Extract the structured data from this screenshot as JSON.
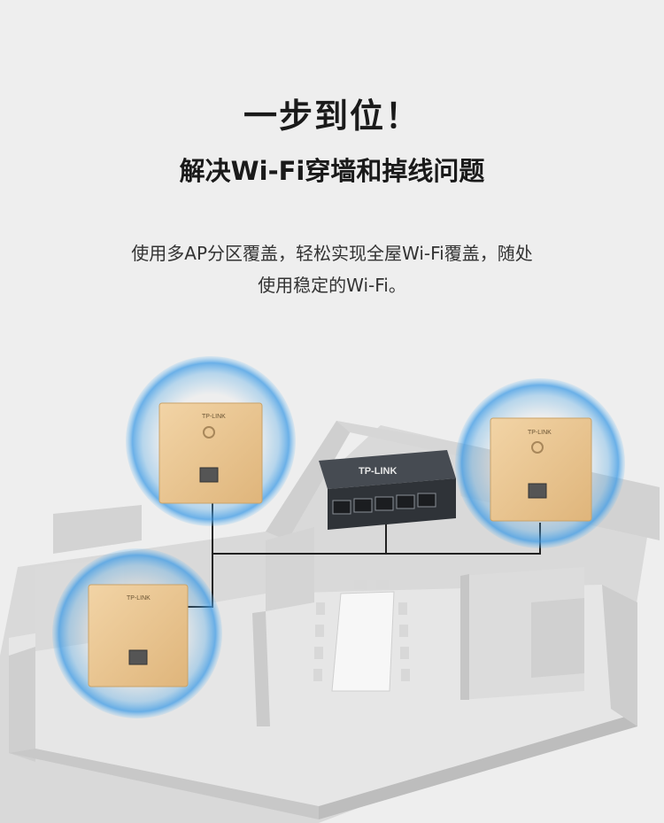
{
  "title": "一步到位！",
  "subtitle": "解决Wi-Fi穿墙和掉线问题",
  "description": {
    "line1": "使用多AP分区覆盖，轻松实现全屋Wi-Fi覆盖，随处",
    "line2": "使用稳定的Wi-Fi。"
  },
  "devices": {
    "brand": "TP-LINK",
    "switch_brand": "TP-LINK"
  },
  "colors": {
    "background": "#eeeeee",
    "ap_panel": "#e9c58f",
    "coverage_blue": "#4fa8e8",
    "switch_body": "#2f3338",
    "cable": "#222222"
  }
}
